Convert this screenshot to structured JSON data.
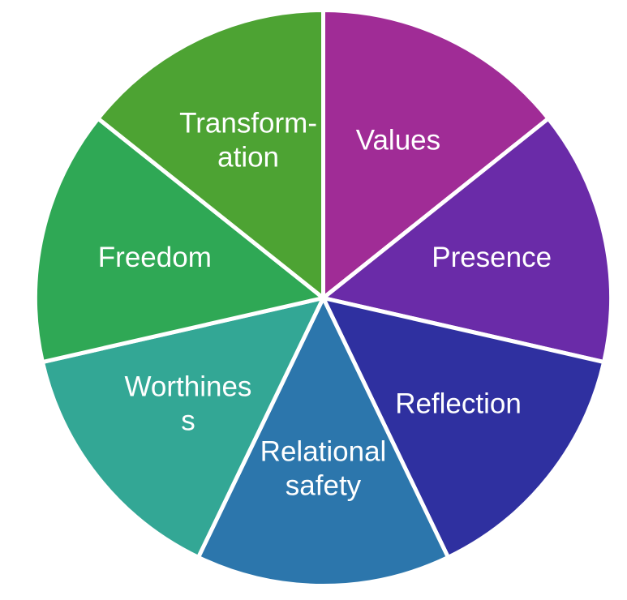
{
  "chart_data": {
    "type": "pie",
    "title": "",
    "subtitle": "",
    "xlabel": "",
    "ylabel": "",
    "grid": false,
    "legend": false,
    "legend_position": "none",
    "labels_inside_slices": true,
    "start_angle_deg": 0,
    "direction": "clockwise",
    "categories": [
      "Values",
      "Presence",
      "Reflection",
      "Relational safety",
      "Worthiness",
      "Freedom",
      "Transformation"
    ],
    "values": [
      1,
      1,
      1,
      1,
      1,
      1,
      1
    ],
    "percentages": [
      14.3,
      14.3,
      14.3,
      14.3,
      14.3,
      14.3,
      14.3
    ],
    "slice_angles_deg": [
      51.43,
      51.43,
      51.43,
      51.43,
      51.43,
      51.43,
      51.43
    ],
    "colors": [
      "#a02c96",
      "#6a2ba8",
      "#2f30a0",
      "#2c76ac",
      "#33a795",
      "#2fa855",
      "#4da333"
    ],
    "slices": [
      {
        "label": "Values",
        "display_lines": [
          "Values"
        ],
        "value": 1,
        "percent": 14.3,
        "color": "#a02c96",
        "start_deg": 0,
        "end_deg": 51.43
      },
      {
        "label": "Presence",
        "display_lines": [
          "Presence"
        ],
        "value": 1,
        "percent": 14.3,
        "color": "#6a2ba8",
        "start_deg": 51.43,
        "end_deg": 102.86
      },
      {
        "label": "Reflection",
        "display_lines": [
          "Reflection"
        ],
        "value": 1,
        "percent": 14.3,
        "color": "#2f30a0",
        "start_deg": 102.86,
        "end_deg": 154.29
      },
      {
        "label": "Relational safety",
        "display_lines": [
          "Relational",
          "safety"
        ],
        "value": 1,
        "percent": 14.3,
        "color": "#2c76ac",
        "start_deg": 154.29,
        "end_deg": 205.71
      },
      {
        "label": "Worthiness",
        "display_lines": [
          "Worthines",
          "s"
        ],
        "value": 1,
        "percent": 14.3,
        "color": "#33a795",
        "start_deg": 205.71,
        "end_deg": 257.14
      },
      {
        "label": "Freedom",
        "display_lines": [
          "Freedom"
        ],
        "value": 1,
        "percent": 14.3,
        "color": "#2fa855",
        "start_deg": 257.14,
        "end_deg": 308.57
      },
      {
        "label": "Transformation",
        "display_lines": [
          "Transform-",
          "ation"
        ],
        "value": 1,
        "percent": 14.3,
        "color": "#4da333",
        "start_deg": 308.57,
        "end_deg": 360
      }
    ],
    "geometry": {
      "center_x": 398.5,
      "center_y": 367.5,
      "radius": 355,
      "label_radius_factor": 0.6,
      "separator_color": "#ffffff",
      "separator_width": 5,
      "background": "#ffffff",
      "label_color": "#ffffff",
      "label_font_size": 35,
      "label_line_height": 42
    }
  }
}
